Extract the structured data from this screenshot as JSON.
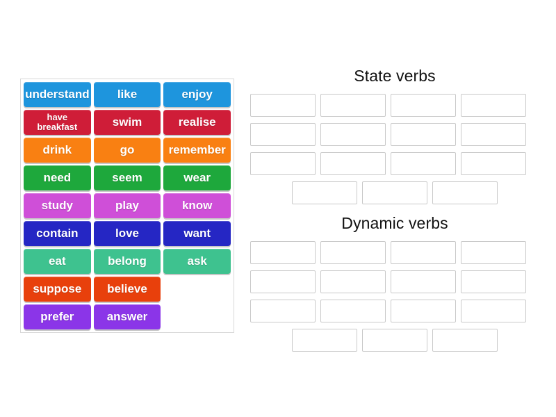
{
  "activity": {
    "type": "group-sort",
    "tray_tile_columns": 3
  },
  "tiles": {
    "rows": [
      {
        "color": "#1e95dd",
        "items": [
          {
            "label": "understand",
            "multiline": false
          },
          {
            "label": "like",
            "multiline": false
          },
          {
            "label": "enjoy",
            "multiline": false
          }
        ]
      },
      {
        "color": "#cf1d38",
        "items": [
          {
            "label": "have breakfast",
            "multiline": true
          },
          {
            "label": "swim",
            "multiline": false
          },
          {
            "label": "realise",
            "multiline": false
          }
        ]
      },
      {
        "color": "#f98012",
        "items": [
          {
            "label": "drink",
            "multiline": false
          },
          {
            "label": "go",
            "multiline": false
          },
          {
            "label": "remember",
            "multiline": false
          }
        ]
      },
      {
        "color": "#1ea83c",
        "items": [
          {
            "label": "need",
            "multiline": false
          },
          {
            "label": "seem",
            "multiline": false
          },
          {
            "label": "wear",
            "multiline": false
          }
        ]
      },
      {
        "color": "#cf4fd8",
        "items": [
          {
            "label": "study",
            "multiline": false
          },
          {
            "label": "play",
            "multiline": false
          },
          {
            "label": "know",
            "multiline": false
          }
        ]
      },
      {
        "color": "#2526c4",
        "items": [
          {
            "label": "contain",
            "multiline": false
          },
          {
            "label": "love",
            "multiline": false
          },
          {
            "label": "want",
            "multiline": false
          }
        ]
      },
      {
        "color": "#3ec28f",
        "items": [
          {
            "label": "eat",
            "multiline": false
          },
          {
            "label": "belong",
            "multiline": false
          },
          {
            "label": "ask",
            "multiline": false
          }
        ]
      },
      {
        "color": "#e8400c",
        "items": [
          {
            "label": "suppose",
            "multiline": false
          },
          {
            "label": "believe",
            "multiline": false
          },
          {
            "label": "",
            "blank": true
          }
        ]
      },
      {
        "color": "#8b35e8",
        "items": [
          {
            "label": "prefer",
            "multiline": false
          },
          {
            "label": "answer",
            "multiline": false
          },
          {
            "label": "",
            "blank": true
          }
        ]
      }
    ]
  },
  "groups": [
    {
      "id": "state",
      "title": "State verbs",
      "slot_rows": [
        4,
        4,
        4,
        3
      ],
      "filled": []
    },
    {
      "id": "dynamic",
      "title": "Dynamic verbs",
      "slot_rows": [
        4,
        4,
        4,
        3
      ],
      "filled": []
    }
  ],
  "colors": {
    "tray_border": "#d8d8d8",
    "slot_border": "#c9c9c9",
    "background": "#ffffff",
    "title_text": "#111111",
    "tile_text": "#ffffff"
  }
}
